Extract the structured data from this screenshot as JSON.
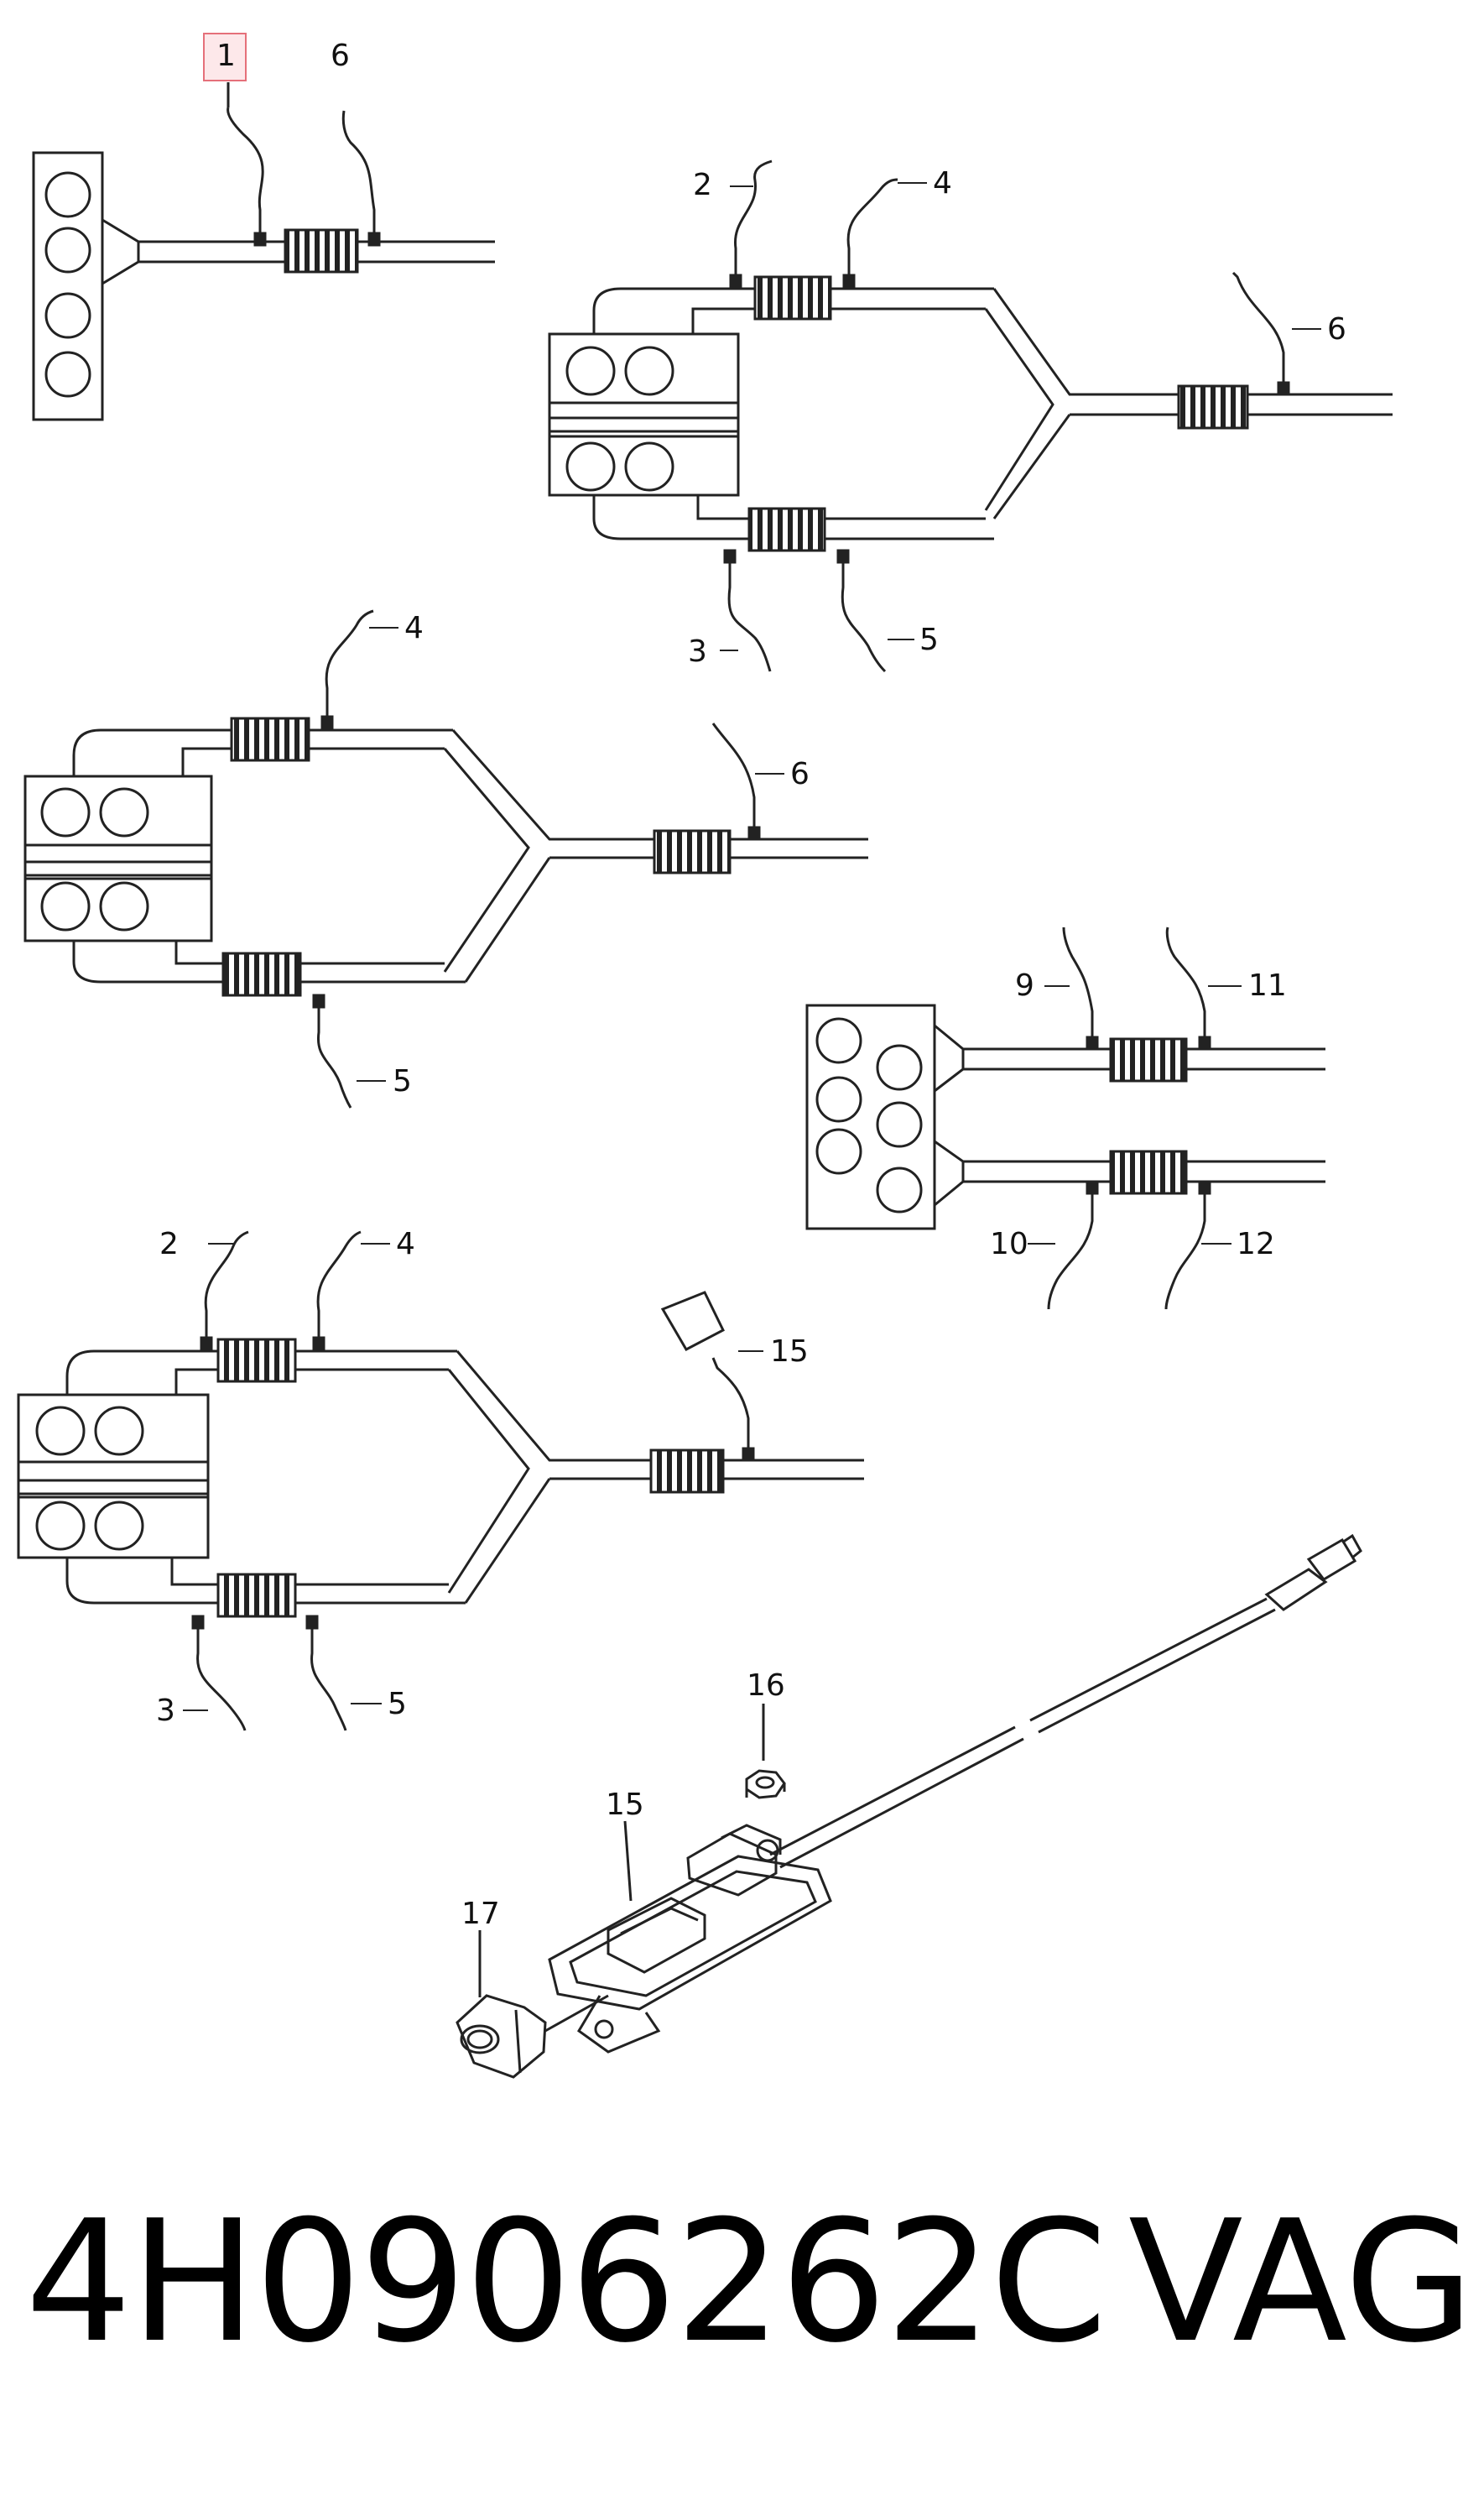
{
  "highlight_color": "#e5707a",
  "line_color": "#222222",
  "callouts": {
    "d1": {
      "c1": "1",
      "c6": "6"
    },
    "d2": {
      "c2": "2",
      "c4": "4",
      "c6": "6",
      "c3": "3",
      "c5": "5"
    },
    "d3": {
      "c4": "4",
      "c6": "6",
      "c5": "5"
    },
    "d4": {
      "c9": "9",
      "c11": "11",
      "c10": "10",
      "c12": "12"
    },
    "d5": {
      "c2": "2",
      "c4": "4",
      "c15": "15",
      "c3": "3",
      "c5": "5"
    },
    "d6": {
      "c16": "16",
      "c15": "15",
      "c17": "17"
    }
  },
  "footer": {
    "part_number": "4H0906262C",
    "brand": "VAG"
  }
}
